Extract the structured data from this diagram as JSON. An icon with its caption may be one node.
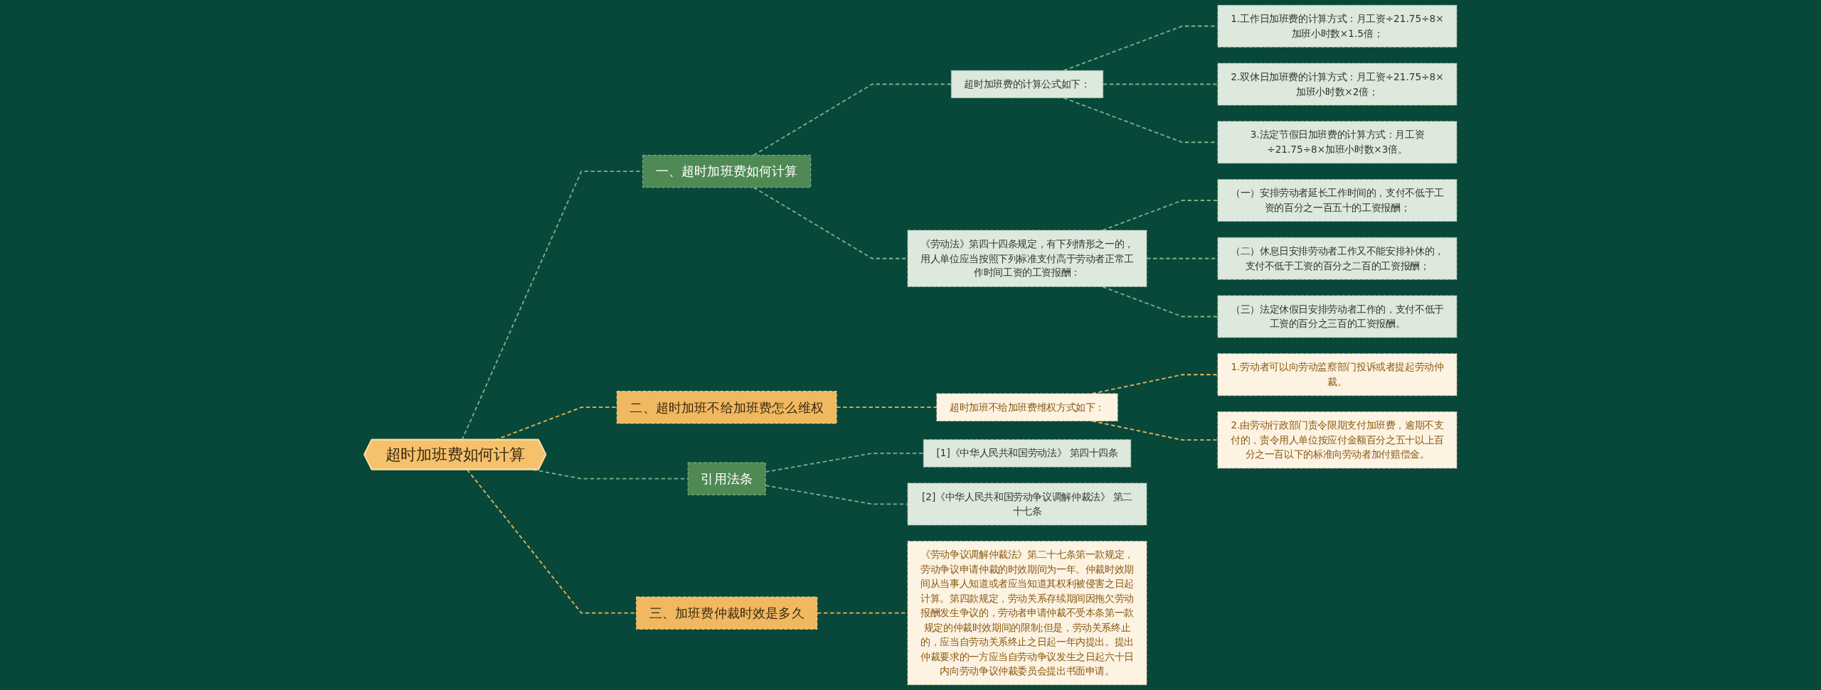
{
  "diagram": {
    "nodes": [
      {
        "text": [
          "超时加班费如何计算"
        ]
      },
      {
        "text": [
          "一、超时加班费如何计算"
        ]
      },
      {
        "text": [
          "超时加班费的计算公式如下："
        ]
      },
      {
        "text": [
          "1.工作日加班费的计算方式：月工资÷21.75÷8×加班小时数×1.5倍；"
        ]
      },
      {
        "text": [
          "2.双休日加班费的计算方式：月工资÷21.75÷8×加班小时数×2倍；"
        ]
      },
      {
        "text": [
          "3.法定节假日加班费的计算方式：月工资÷21.75÷8×加班小时数×3倍。"
        ]
      },
      {
        "text": [
          "《劳动法》第四十四条规定，有下列情形之一的，用人单位应当按照下列标准支付高于劳动者正常工作时间工资的工资报酬："
        ]
      },
      {
        "text": [
          "（一）安排劳动者延长工作时间的，支付不低于工资的百分之一百五十的工资报酬；"
        ]
      },
      {
        "text": [
          "（二）休息日安排劳动者工作又不能安排补休的，支付不低于工资的百分之二百的工资报酬；"
        ]
      },
      {
        "text": [
          "（三）法定休假日安排劳动者工作的，支付不低于工资的百分之三百的工资报酬。"
        ]
      },
      {
        "text": [
          "三、加班费仲裁时效是多久"
        ]
      },
      {
        "text": [
          "《劳动争议调解仲裁法》第二十七条第一款规定，劳动争议申请仲裁的时效期间为一年。仲裁时效期间从当事人知道或者应当知道其权利被侵害之日起计算。第四款规定，劳动关系存续期间因拖欠劳动报酬发生争议的，劳动者申请仲裁不受本条第一款规定的仲裁时效期间的限制;但是，劳动关系终止的，应当自劳动关系终止之日起一年内提出。提出仲裁要求的一方应当自劳动争议发生之日起六十日内向劳动争议仲裁委员会提出书面申请。"
        ]
      },
      {
        "text": [
          "二、超时加班不给加班费怎么维权"
        ]
      },
      {
        "text": [
          "超时加班不给加班费维权方式如下："
        ]
      },
      {
        "text": [
          "1.劳动者可以向劳动监察部门投诉或者提起劳动仲裁。"
        ]
      },
      {
        "text": [
          "2.由劳动行政部门责令限期支付加班费，逾期不支付的，责令用人单位按应付金额百分之五十以上百分之一百以下的标准向劳动者加付赔偿金。"
        ]
      },
      {
        "text": [
          "引用法条"
        ]
      },
      {
        "text": [
          "[1]《中华人民共和国劳动法》 第四十四条"
        ]
      },
      {
        "text": [
          "[2]《中华人民共和国劳动争议调解仲裁法》 第二十七条"
        ]
      }
    ],
    "edges": [
      {
        "from": 0,
        "to": 1,
        "arrow": "none",
        "style": "dashed"
      },
      {
        "from": 1,
        "to": 2,
        "arrow": "none",
        "style": "dashed"
      },
      {
        "from": 2,
        "to": 3,
        "arrow": "none",
        "style": "dashed"
      },
      {
        "from": 2,
        "to": 4,
        "arrow": "none",
        "style": "dashed"
      },
      {
        "from": 2,
        "to": 5,
        "arrow": "none",
        "style": "dashed"
      },
      {
        "from": 1,
        "to": 6,
        "arrow": "none",
        "style": "dashed"
      },
      {
        "from": 6,
        "to": 7,
        "arrow": "none",
        "style": "dashed"
      },
      {
        "from": 6,
        "to": 8,
        "arrow": "none",
        "style": "dashed"
      },
      {
        "from": 6,
        "to": 9,
        "arrow": "none",
        "style": "dashed"
      },
      {
        "from": 0,
        "to": 12,
        "arrow": "none",
        "style": "dashed",
        "color": "#e8b45a"
      },
      {
        "from": 12,
        "to": 13,
        "arrow": "none",
        "style": "dashed",
        "color": "#e8b45a"
      },
      {
        "from": 13,
        "to": 14,
        "arrow": "none",
        "style": "dashed",
        "color": "#e8b45a"
      },
      {
        "from": 13,
        "to": 15,
        "arrow": "none",
        "style": "dashed",
        "color": "#e8b45a"
      },
      {
        "from": 0,
        "to": 16,
        "arrow": "none",
        "style": "dashed"
      },
      {
        "from": 16,
        "to": 17,
        "arrow": "none",
        "style": "dashed"
      },
      {
        "from": 16,
        "to": 18,
        "arrow": "none",
        "style": "dashed"
      },
      {
        "from": 0,
        "to": 10,
        "arrow": "none",
        "style": "dashed",
        "color": "#e8b45a"
      },
      {
        "from": 10,
        "to": 11,
        "arrow": "none",
        "style": "dashed",
        "color": "#e8b45a"
      }
    ]
  }
}
